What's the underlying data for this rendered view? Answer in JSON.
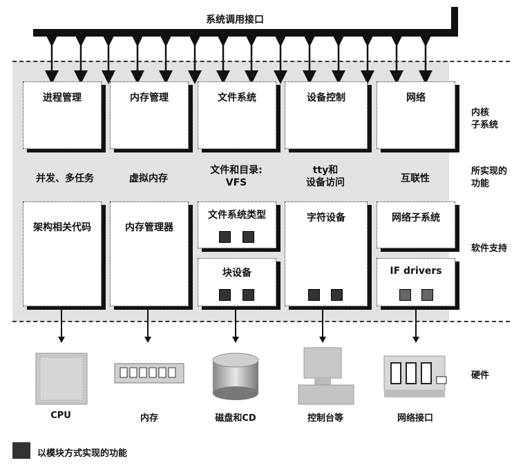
{
  "syscall_label": "系统调用接口",
  "subsystems": [
    {
      "label": "进程管理",
      "function": "并发、多任务",
      "support": "架构相关代码"
    },
    {
      "label": "内存管理",
      "function": "虚拟内存",
      "support": "内存管理器"
    },
    {
      "label": "文件系统",
      "function_line1": "文件和目录:",
      "function_line2": "VFS",
      "support": "文件系统类型",
      "support2": "块设备"
    },
    {
      "label": "设备控制",
      "function_line1": "tty和",
      "function_line2": "设备访问",
      "support": "字符设备"
    },
    {
      "label": "网络",
      "function": "互联性",
      "support": "网络子系统",
      "support2": "IF drivers"
    }
  ],
  "side_labels": {
    "kernel_subsystems_line1": "内核",
    "kernel_subsystems_line2": "子系统",
    "features_line1": "所实现的",
    "features_line2": "功能",
    "software_support": "软件支持",
    "hardware": "硬件"
  },
  "hardware": [
    "CPU",
    "内存",
    "磁盘和CD",
    "控制台等",
    "网络接口"
  ],
  "legend": "以模块方式实现的功能"
}
